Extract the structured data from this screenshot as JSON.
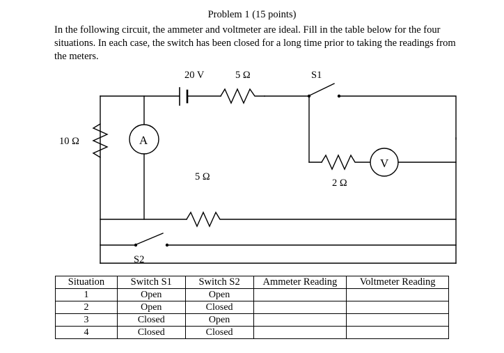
{
  "document": {
    "title": "Problem 1 (15 points)",
    "intro": "In the following circuit, the ammeter and voltmeter are ideal.  Fill in the table below for the four situations. In each case, the switch has been closed for a long time prior to taking the readings from the meters."
  },
  "circuit": {
    "labels": {
      "battery": "20 V",
      "resistor_top": "5 Ω",
      "switch_s1": "S1",
      "resistor_right": "2 Ω",
      "voltmeter": "V",
      "ammeter": "A",
      "resistor_left": "10 Ω",
      "resistor_middle": "5 Ω",
      "switch_s2": "S2"
    },
    "stroke_color": "#000000"
  },
  "table": {
    "headers": [
      "Situation",
      "Switch S1",
      "Switch S2",
      "Ammeter Reading",
      "Voltmeter Reading"
    ],
    "rows": [
      [
        "1",
        "Open",
        "Open",
        "",
        ""
      ],
      [
        "2",
        "Open",
        "Closed",
        "",
        ""
      ],
      [
        "3",
        "Closed",
        "Open",
        "",
        ""
      ],
      [
        "4",
        "Closed",
        "Closed",
        "",
        ""
      ]
    ]
  }
}
